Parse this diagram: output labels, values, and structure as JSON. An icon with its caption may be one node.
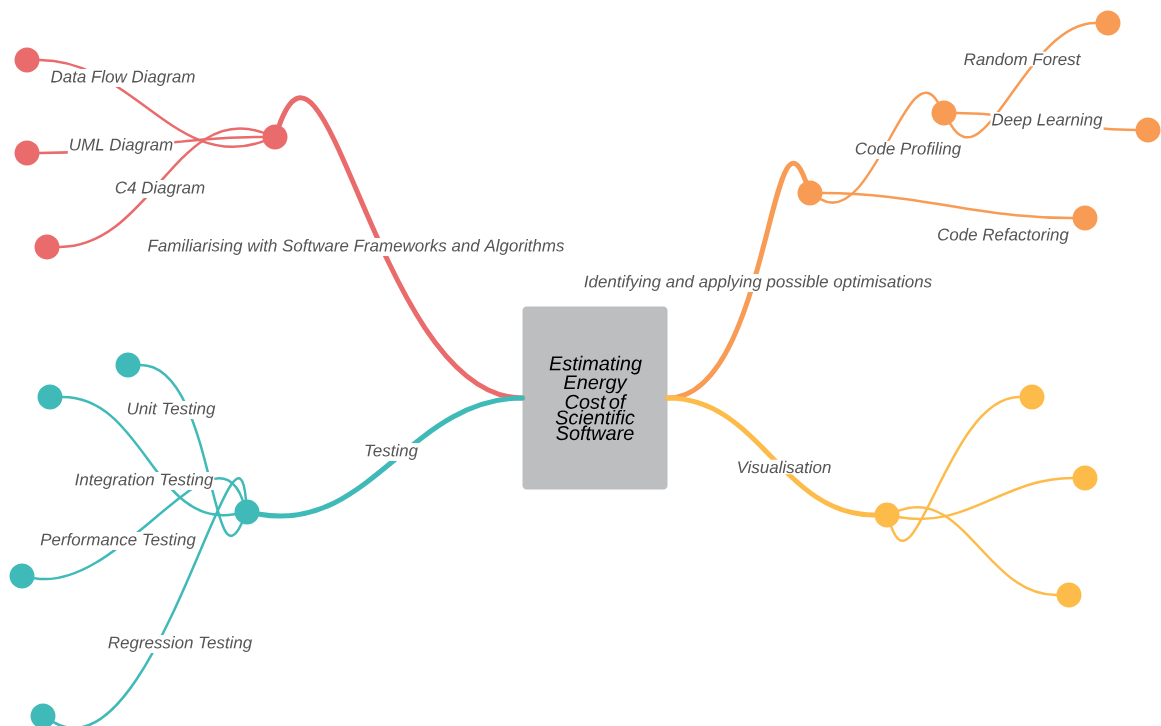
{
  "diagram": {
    "nodes": [
      {
        "text": [
          "Estimating Energy Cost of Scientific Software"
        ]
      },
      {
        "text": [],
        "shape": "circle"
      },
      {
        "text": [],
        "shape": "circle"
      },
      {
        "text": [],
        "shape": "circle"
      },
      {
        "text": [],
        "shape": "circle"
      },
      {
        "text": [],
        "shape": "circle"
      },
      {
        "text": [],
        "shape": "circle"
      },
      {
        "text": [],
        "shape": "circle"
      },
      {
        "text": [],
        "shape": "circle"
      },
      {
        "text": [],
        "shape": "circle"
      },
      {
        "text": [],
        "shape": "circle"
      },
      {
        "text": [],
        "shape": "circle"
      },
      {
        "text": [],
        "shape": "circle"
      },
      {
        "text": [],
        "shape": "circle"
      },
      {
        "text": [],
        "shape": "circle"
      },
      {
        "text": [],
        "shape": "circle"
      },
      {
        "text": [],
        "shape": "circle"
      },
      {
        "text": [],
        "shape": "circle"
      },
      {
        "text": [],
        "shape": "circle"
      }
    ],
    "edges": [
      {
        "from": 0,
        "to": 1,
        "arrow": "none",
        "label": "Familiarising with Software Frameworks and Algorithms",
        "style": "thick",
        "color": "#e96b6b"
      },
      {
        "from": 1,
        "to": 2,
        "arrow": "none",
        "label": "Data Flow Diagram",
        "color": "#e96b6b"
      },
      {
        "from": 1,
        "to": 3,
        "arrow": "none",
        "label": "UML Diagram",
        "color": "#e96b6b"
      },
      {
        "from": 1,
        "to": 4,
        "arrow": "none",
        "label": "C4 Diagram",
        "color": "#e96b6b"
      },
      {
        "from": 0,
        "to": 5,
        "arrow": "none",
        "label": "Testing",
        "style": "thick",
        "color": "#3fbab8"
      },
      {
        "from": 5,
        "to": 6,
        "arrow": "none",
        "label": "Unit Testing",
        "color": "#3fbab8"
      },
      {
        "from": 5,
        "to": 7,
        "arrow": "none",
        "label": "Integration Testing",
        "color": "#3fbab8"
      },
      {
        "from": 5,
        "to": 8,
        "arrow": "none",
        "label": "Performance Testing",
        "color": "#3fbab8"
      },
      {
        "from": 5,
        "to": 9,
        "arrow": "none",
        "label": "Regression Testing",
        "color": "#3fbab8"
      },
      {
        "from": 0,
        "to": 10,
        "arrow": "none",
        "label": "Identifying and applying possible optimisations",
        "style": "thick",
        "color": "#f89c55"
      },
      {
        "from": 10,
        "to": 11,
        "arrow": "none",
        "label": "Code Profiling",
        "color": "#f89c55"
      },
      {
        "from": 11,
        "to": 12,
        "arrow": "none",
        "label": "Random Forest",
        "color": "#f89c55"
      },
      {
        "from": 11,
        "to": 13,
        "arrow": "none",
        "label": "Deep Learning",
        "color": "#f89c55"
      },
      {
        "from": 10,
        "to": 14,
        "arrow": "none",
        "label": "Code Refactoring",
        "color": "#f89c55"
      },
      {
        "from": 0,
        "to": 15,
        "arrow": "none",
        "label": "Visualisation",
        "style": "thick",
        "color": "#fdbb4a"
      },
      {
        "from": 15,
        "to": 16,
        "arrow": "none",
        "color": "#fdbb4a"
      },
      {
        "from": 15,
        "to": 17,
        "arrow": "none",
        "color": "#fdbb4a"
      },
      {
        "from": 15,
        "to": 18,
        "arrow": "none",
        "color": "#fdbb4a"
      }
    ]
  }
}
